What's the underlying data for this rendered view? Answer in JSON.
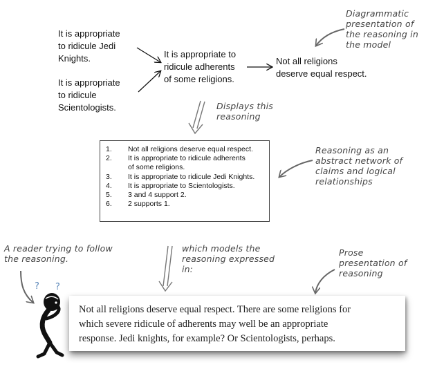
{
  "diagram": {
    "premise_jedi": [
      "It is appropriate",
      "to ridicule Jedi",
      "Knights."
    ],
    "premise_scientology": [
      "It is appropriate",
      "to ridicule",
      "Scientologists."
    ],
    "intermediate": [
      "It is appropriate to",
      "ridicule adherents",
      "of some religions."
    ],
    "conclusion": [
      "Not all religions",
      "deserve equal respect."
    ]
  },
  "annotations": {
    "diagrammatic": [
      "Diagrammatic",
      "presentation of",
      "the reasoning in",
      "the model"
    ],
    "displays": [
      "Displays this",
      "reasoning"
    ],
    "abstract": [
      "Reasoning as an",
      "abstract network of",
      "claims and logical",
      "relationships"
    ],
    "reader": [
      "A reader trying to follow",
      "the reasoning."
    ],
    "models": [
      "which models the",
      "reasoning expressed",
      "in:"
    ],
    "prose_label": [
      "Prose",
      "presentation of",
      "reasoning"
    ],
    "question_marks": [
      "?",
      "?"
    ]
  },
  "list": [
    {
      "num": "1.",
      "lines": [
        "Not all religions deserve equal respect."
      ]
    },
    {
      "num": "2.",
      "lines": [
        "It is appropriate to ridicule adherents",
        "of some religions."
      ]
    },
    {
      "num": "3.",
      "lines": [
        "It is appropriate to ridicule Jedi Knights."
      ]
    },
    {
      "num": "4.",
      "lines": [
        "It is appropriate to Scientologists."
      ]
    },
    {
      "num": "5.",
      "lines": [
        "3 and 4 support 2."
      ]
    },
    {
      "num": "6.",
      "lines": [
        "2 supports 1."
      ]
    }
  ],
  "prose": [
    "Not all religions deserve equal respect.  There are some religions for",
    "which severe ridicule of adherents may well be an appropriate",
    "response.  Jedi knights, for example? Or Scientologists, perhaps."
  ],
  "icons": {
    "arrow": "arrow-icon",
    "double_arrow": "double-arrow-icon",
    "thinker": "thinking-figure-icon"
  }
}
